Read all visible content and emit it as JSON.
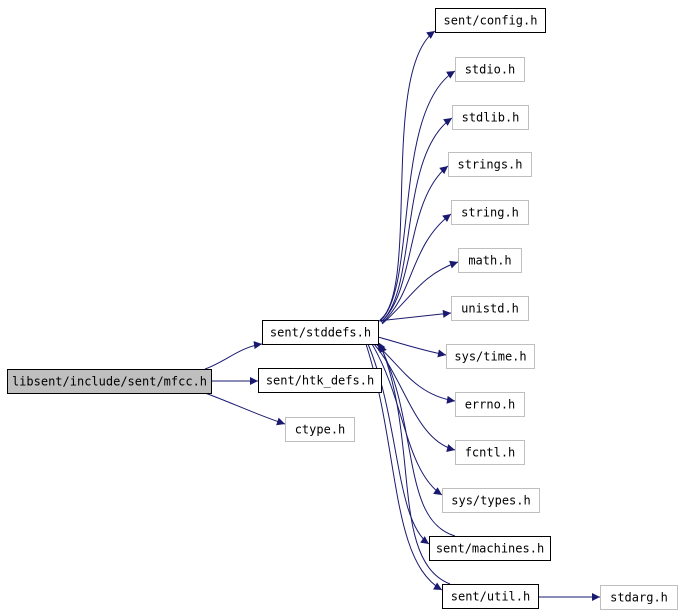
{
  "colors": {
    "edge": "#191970",
    "root_fill": "#bfbfbf",
    "root_border": "#000000",
    "documented_border": "#000000",
    "external_border": "#bfbfbf",
    "node_fill": "#ffffff"
  },
  "nodes": [
    {
      "id": "mfcc",
      "label": "libsent/include/sent/mfcc.h",
      "kind": "root"
    },
    {
      "id": "stddefs",
      "label": "sent/stddefs.h",
      "kind": "documented"
    },
    {
      "id": "htkdefs",
      "label": "sent/htk_defs.h",
      "kind": "documented"
    },
    {
      "id": "ctype",
      "label": "ctype.h",
      "kind": "external"
    },
    {
      "id": "config",
      "label": "sent/config.h",
      "kind": "documented"
    },
    {
      "id": "stdio",
      "label": "stdio.h",
      "kind": "external"
    },
    {
      "id": "stdlib",
      "label": "stdlib.h",
      "kind": "external"
    },
    {
      "id": "strings",
      "label": "strings.h",
      "kind": "external"
    },
    {
      "id": "string",
      "label": "string.h",
      "kind": "external"
    },
    {
      "id": "math",
      "label": "math.h",
      "kind": "external"
    },
    {
      "id": "unistd",
      "label": "unistd.h",
      "kind": "external"
    },
    {
      "id": "systime",
      "label": "sys/time.h",
      "kind": "external"
    },
    {
      "id": "errno",
      "label": "errno.h",
      "kind": "external"
    },
    {
      "id": "fcntl",
      "label": "fcntl.h",
      "kind": "external"
    },
    {
      "id": "systypes",
      "label": "sys/types.h",
      "kind": "external"
    },
    {
      "id": "machines",
      "label": "sent/machines.h",
      "kind": "documented"
    },
    {
      "id": "util",
      "label": "sent/util.h",
      "kind": "documented"
    },
    {
      "id": "stdarg",
      "label": "stdarg.h",
      "kind": "external"
    }
  ],
  "edges": [
    {
      "from": "mfcc",
      "to": "stddefs"
    },
    {
      "from": "mfcc",
      "to": "htkdefs"
    },
    {
      "from": "mfcc",
      "to": "ctype"
    },
    {
      "from": "stddefs",
      "to": "config"
    },
    {
      "from": "stddefs",
      "to": "stdio"
    },
    {
      "from": "stddefs",
      "to": "stdlib"
    },
    {
      "from": "stddefs",
      "to": "strings"
    },
    {
      "from": "stddefs",
      "to": "string"
    },
    {
      "from": "stddefs",
      "to": "math"
    },
    {
      "from": "stddefs",
      "to": "unistd"
    },
    {
      "from": "stddefs",
      "to": "systime"
    },
    {
      "from": "stddefs",
      "to": "errno"
    },
    {
      "from": "stddefs",
      "to": "fcntl"
    },
    {
      "from": "stddefs",
      "to": "systypes"
    },
    {
      "from": "stddefs",
      "to": "machines"
    },
    {
      "from": "stddefs",
      "to": "util"
    },
    {
      "from": "machines",
      "to": "stddefs"
    },
    {
      "from": "util",
      "to": "stddefs"
    },
    {
      "from": "util",
      "to": "stdarg"
    }
  ]
}
